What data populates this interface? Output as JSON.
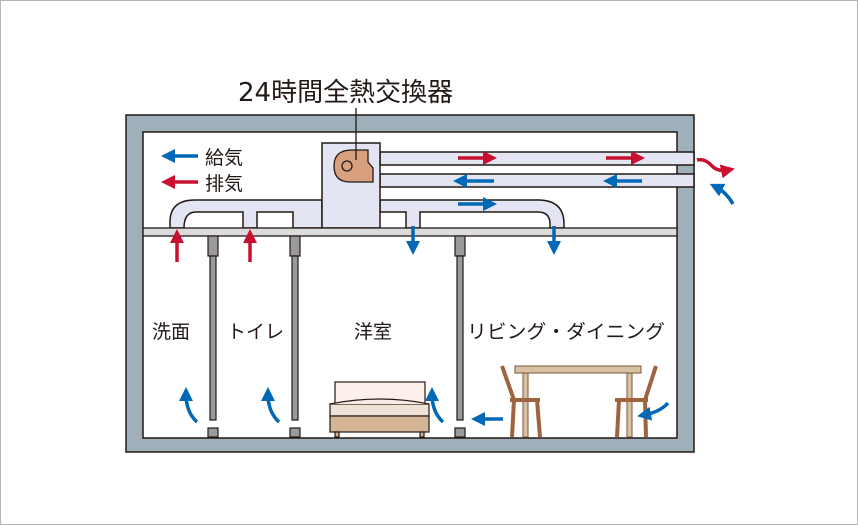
{
  "title": "24時間全熱交換器",
  "legend": [
    {
      "label": "給気",
      "color": "#0068b7",
      "meaning": "supply-air"
    },
    {
      "label": "排気",
      "color": "#c8102e",
      "meaning": "exhaust-air"
    }
  ],
  "rooms": [
    {
      "id": "washroom",
      "label": "洗面"
    },
    {
      "id": "toilet",
      "label": "トイレ"
    },
    {
      "id": "bedroom",
      "label": "洋室"
    },
    {
      "id": "living-dining",
      "label": "リビング・ダイニング"
    }
  ],
  "colors": {
    "supply": "#0068b7",
    "exhaust": "#c8102e",
    "wall": "#9fb0ba",
    "duct": "#e3e6f2",
    "fan": "#d9a07f",
    "ceiling": "#dcdcdc",
    "pillar": "#9a9a9a",
    "furniture": "#a0633f",
    "table": "#d8c2a3"
  }
}
